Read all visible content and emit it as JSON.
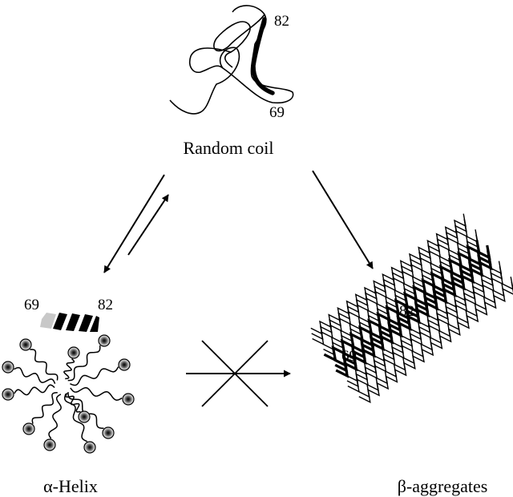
{
  "random_coil": {
    "label": "Random coil",
    "start_residue": "69",
    "end_residue": "82"
  },
  "alpha_helix": {
    "label": "α-Helix",
    "start_residue": "69",
    "end_residue": "82"
  },
  "beta_aggregates": {
    "label": "β-aggregates",
    "start_residue": "69",
    "end_residue": "82"
  }
}
